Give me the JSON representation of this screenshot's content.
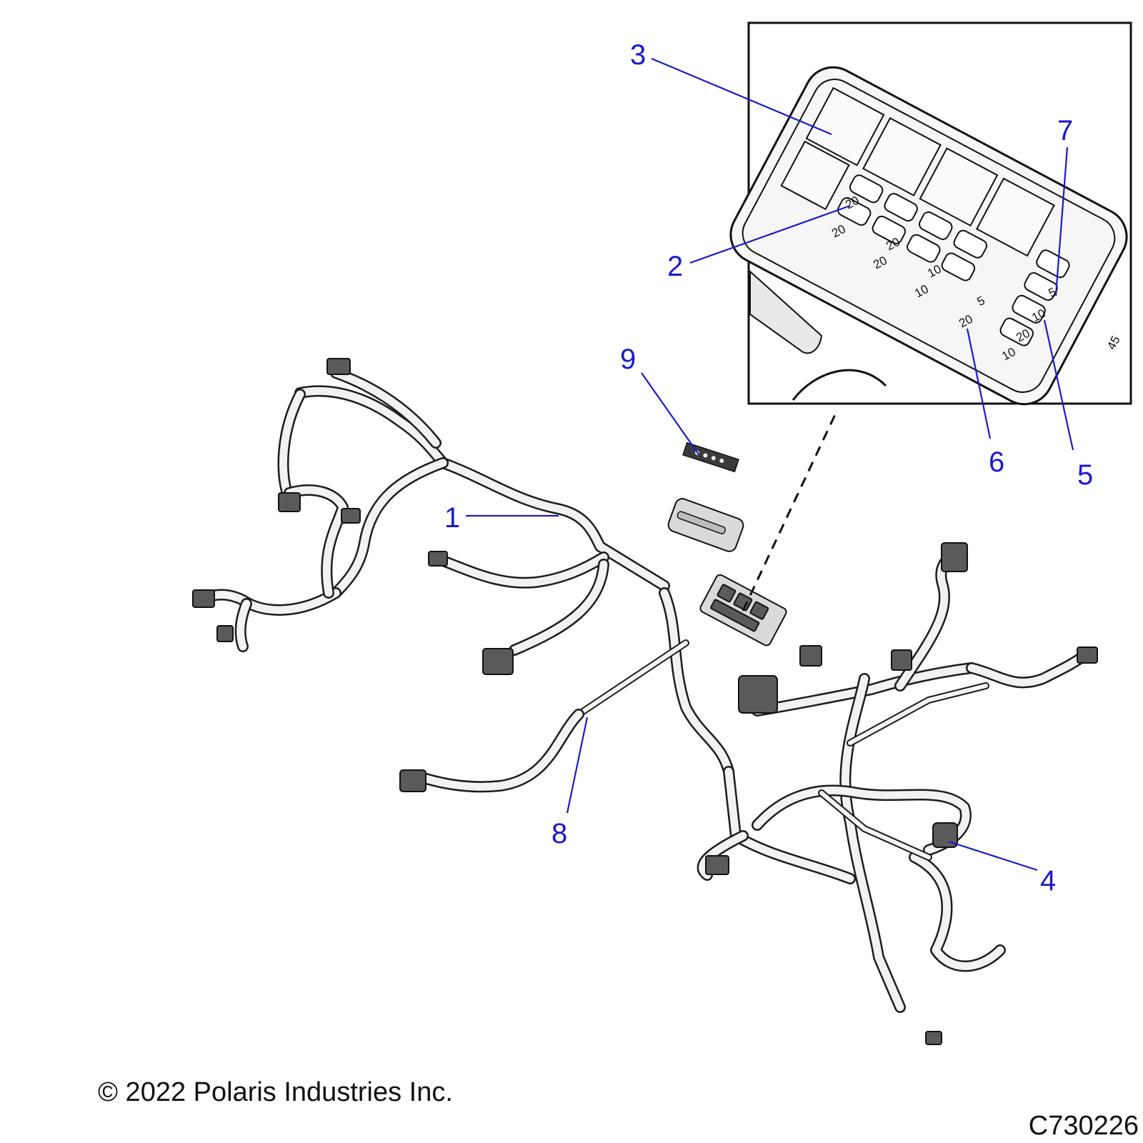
{
  "callouts": {
    "c1": "1",
    "c2": "2",
    "c3": "3",
    "c4": "4",
    "c5": "5",
    "c6": "6",
    "c7": "7",
    "c8": "8",
    "c9": "9"
  },
  "fuse_labels": {
    "f1": "20",
    "f2": "20",
    "f3": "20",
    "f4": "20",
    "f5": "10",
    "f6": "10",
    "f7": "5",
    "f8": "20",
    "f9": "5",
    "f10": "10",
    "f11": "20",
    "f12": "10",
    "f13": "45"
  },
  "footer": {
    "copyright": "© 2022 Polaris Industries Inc.",
    "figure_code": "C730226"
  },
  "colors": {
    "callout": "#1a1acc",
    "line": "#1c1c1c",
    "background": "#ffffff"
  }
}
